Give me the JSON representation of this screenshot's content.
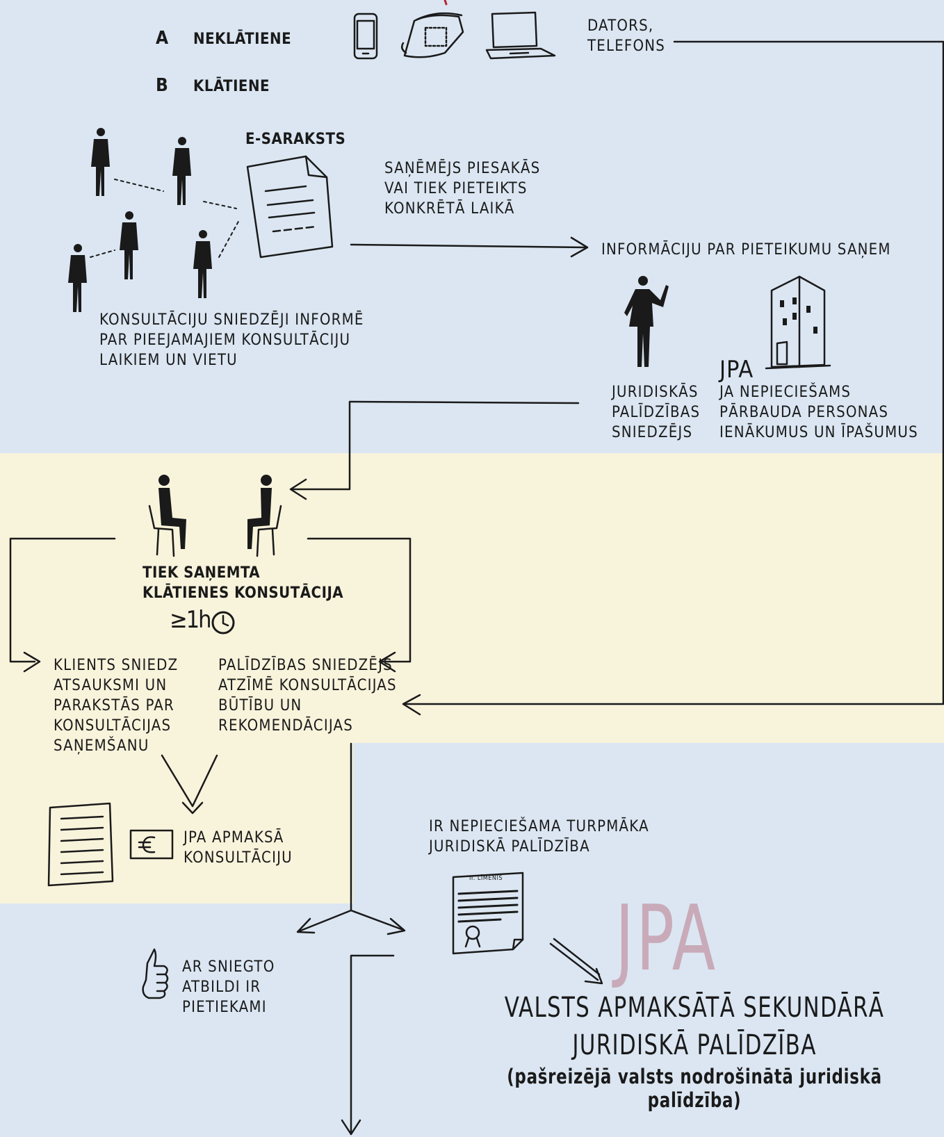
{
  "mode_a": {
    "letter": "A",
    "label": "NEKLĀTIENE"
  },
  "mode_b": {
    "letter": "B",
    "label": "KLĀTIENE"
  },
  "devices_label": "DATORS,\nTELEFONS",
  "e_saraksts": "E-SARAKSTS",
  "consultants_inform": "KONSULTĀCIJU SNIEDZĒJI INFORMĒ\nPAR PIEEJAMAJIEM KONSULTĀCIJU\nLAIKIEM UN VIETU",
  "recipient_signup": "SAŅĒMĒJS PIESAKĀS\nVAI TIEK PIETEIKTS\nKONKRĒTĀ LAIKĀ",
  "info_received": "INFORMĀCIJU PAR PIETEIKUMU SAŅEM",
  "provider_label": "JURIDISKĀS\nPALĪDZĪBAS\nSNIEDZĒJS",
  "jpa_small": "JPA",
  "jpa_check": "JA NEPIECIEŠAMS\nPĀRBAUDA PERSONAS\nIENĀKUMUS UN ĪPAŠUMUS",
  "consultation_received": "TIEK SAŅEMTA\nKLĀTIENES KONSUTĀCIJA",
  "duration": "≥1h",
  "client_feedback": "KLIENTS SNIEDZ\nATSAUKSMI UN\nPARAKSTĀS PAR\nKONSULTĀCIJAS\nSAŅEMŠANU",
  "provider_notes": "PALĪDZĪBAS SNIEDZĒJS\nATZĪMĒ KONSULTĀCIJAS\nBŪTĪBU UN\nREKOMENDĀCIJAS",
  "jpa_pays": "JPA APMAKSĀ\nKONSULTĀCIJU",
  "further_help": "IR NEPIECIEŠAMA TURPMĀKA\nJURIDISKĀ PALĪDZĪBA",
  "doc_level": "II. LĪMENIS",
  "answer_sufficient": "AR SNIEGTO\nATBILDI IR\nPIETIEKAMI",
  "jpa_big": "JPA",
  "secondary_title_1": "VALSTS APMAKSĀTĀ SEKUNDĀRĀ",
  "secondary_title_2": "JURIDISKĀ PALĪDZĪBA",
  "secondary_subtitle": "(pašreizējā valsts nodrošinātā juridiskā palīdzība)",
  "colors": {
    "blue_bg": "#dbe6f2",
    "yellow_bg": "#f8f3db",
    "jpa_pink": "#c9aab8",
    "ink": "#1a1a1a"
  },
  "icons": [
    "smartphone-icon",
    "desk-phone-icon",
    "laptop-icon",
    "person-icon",
    "document-icon",
    "building-icon",
    "seated-person-icon",
    "clock-icon",
    "euro-icon",
    "certificate-icon",
    "thumbs-up-icon"
  ]
}
